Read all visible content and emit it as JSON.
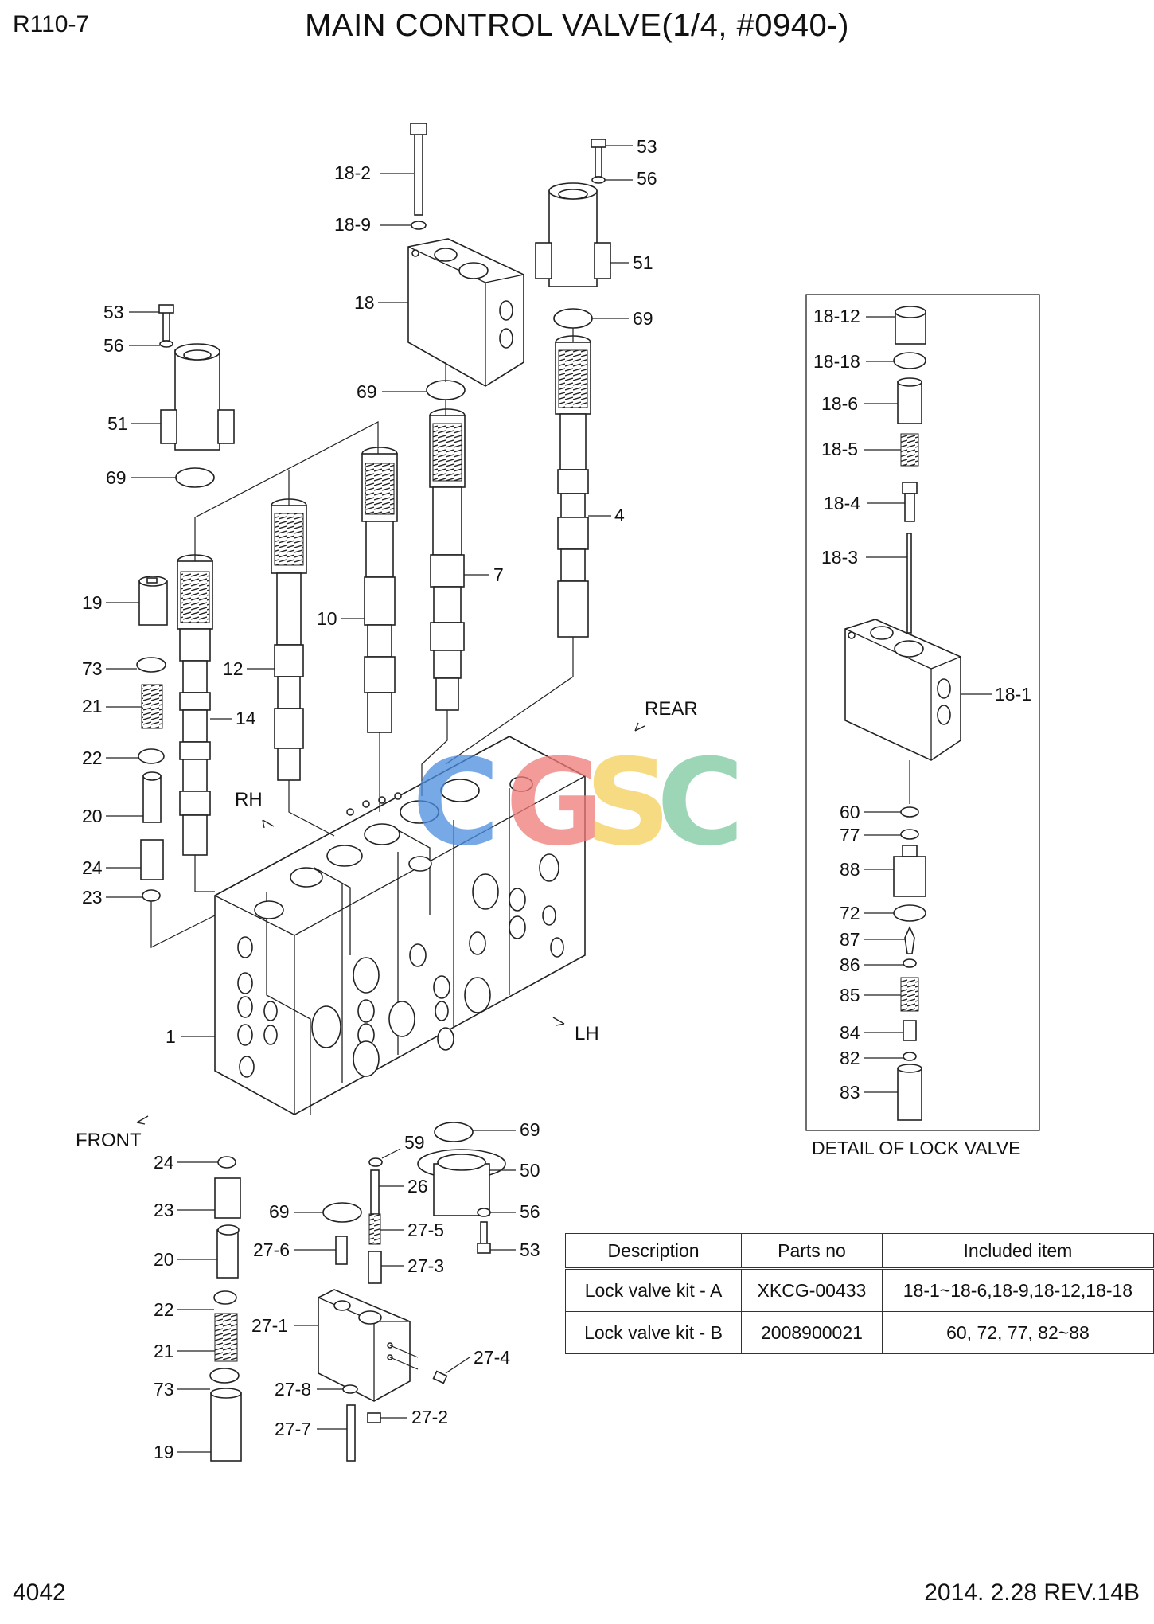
{
  "header": {
    "model": "R110-7",
    "title": "MAIN CONTROL VALVE(1/4, #0940-)"
  },
  "footer": {
    "page": "4042",
    "revision": "2014. 2.28  REV.14B"
  },
  "directions": {
    "rear": "REAR",
    "rh": "RH",
    "lh": "LH",
    "front": "FRONT"
  },
  "detail": {
    "caption": "DETAIL OF LOCK VALVE"
  },
  "watermark": {
    "text": "CGSC",
    "colors": [
      "#4a8de0",
      "#f07a78",
      "#f5cf5a",
      "#7cc9a0"
    ]
  },
  "callouts": {
    "c18_2": "18-2",
    "c18_9": "18-9",
    "c18": "18",
    "c69_top": "69",
    "c53_tr": "53",
    "c56_tr": "56",
    "c51_tr": "51",
    "c69_tr": "69",
    "c53_l": "53",
    "c56_l": "56",
    "c51_l": "51",
    "c69_l": "69",
    "c4": "4",
    "c7": "7",
    "c10": "10",
    "c12": "12",
    "c14": "14",
    "c19_l": "19",
    "c73_l": "73",
    "c21_l": "21",
    "c22_l": "22",
    "c20_l": "20",
    "c24_l": "24",
    "c23_l": "23",
    "c1": "1",
    "c24_b": "24",
    "c23_b": "23",
    "c20_b": "20",
    "c22_b": "22",
    "c21_b": "21",
    "c73_b": "73",
    "c19_b": "19",
    "c69_b": "69",
    "c59": "59",
    "c26": "26",
    "c27_5": "27-5",
    "c27_3": "27-3",
    "c27_6": "27-6",
    "c27_1": "27-1",
    "c27_4": "27-4",
    "c27_8": "27-8",
    "c27_2": "27-2",
    "c27_7": "27-7",
    "c69_br": "69",
    "c50": "50",
    "c56_br": "56",
    "c53_br": "53",
    "d18_12": "18-12",
    "d18_18": "18-18",
    "d18_6": "18-6",
    "d18_5": "18-5",
    "d18_4": "18-4",
    "d18_3": "18-3",
    "d18_1": "18-1",
    "d60": "60",
    "d77": "77",
    "d88": "88",
    "d72": "72",
    "d87": "87",
    "d86": "86",
    "d85": "85",
    "d84": "84",
    "d82": "82",
    "d83": "83"
  },
  "kits_table": {
    "columns": [
      "Description",
      "Parts no",
      "Included item"
    ],
    "rows": [
      {
        "description": "Lock valve kit - A",
        "parts_no": "XKCG-00433",
        "included": "18-1~18-6,18-9,18-12,18-18"
      },
      {
        "description": "Lock valve kit - B",
        "parts_no": "2008900021",
        "included": "60, 72, 77, 82~88"
      }
    ]
  }
}
